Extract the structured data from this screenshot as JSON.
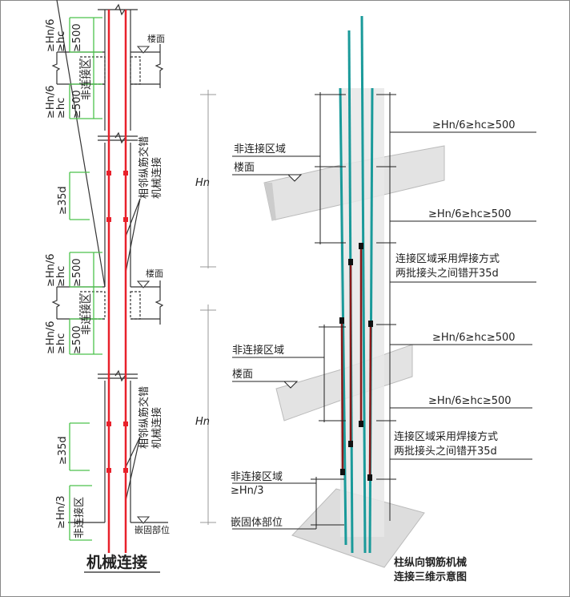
{
  "left": {
    "title": "机械连接",
    "floor": "楼面",
    "embed": "嵌固部位",
    "hn6": "≥Hn/6",
    "hc": "≥hc",
    "d500": "≥500",
    "nonconn": "非连接区",
    "d35": "≥35d",
    "hn3": "≥Hn/3",
    "stagger_1": "相邻纵筋交错",
    "stagger_2": "机械连接"
  },
  "middle": {
    "hn": "Hn"
  },
  "right": {
    "title_1": "柱纵向钢筋机械",
    "title_2": "连接三维示意图",
    "upper_dim_1": "≥Hn/6≥hc≥500",
    "upper_dim_2": "≥Hn/6≥hc≥500",
    "upper_nonconn": "非连接区域",
    "upper_floor": "楼面",
    "upper_weld_1": "连接区域采用焊接方式",
    "upper_weld_2": "两批接头之间错开35d",
    "lower_dim_1": "≥Hn/6≥hc≥500",
    "lower_dim_2": "≥Hn/6≥hc≥500",
    "lower_nonconn": "非连接区域",
    "lower_floor": "楼面",
    "lower_weld_1": "连接区域采用焊接方式",
    "lower_weld_2": "两批接头之间错开35d",
    "base_nonconn": "非连接区域",
    "base_hn3": "≥Hn/3",
    "embed": "嵌固体部位"
  },
  "colors": {
    "rebar_red": "#e8212b",
    "rebar_teal": "#1a9a9a",
    "dim_green": "#4cc24c"
  }
}
